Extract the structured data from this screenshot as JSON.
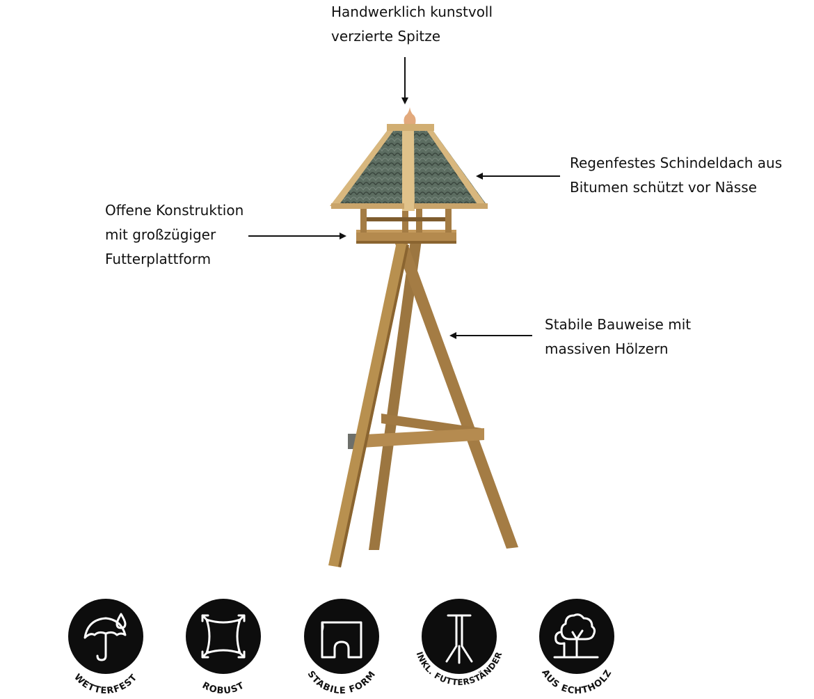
{
  "callouts": {
    "spire": {
      "line1": "Handwerklich kunstvoll",
      "line2": "verzierte Spitze"
    },
    "roof": {
      "line1": "Regenfestes Schindeldach aus",
      "line2": "Bitumen schützt vor Nässe"
    },
    "open": {
      "line1": "Offene Konstruktion",
      "line2": "mit großzügiger",
      "line3": "Futterplattform"
    },
    "stable": {
      "line1": "Stabile Bauweise mit",
      "line2": "massiven Hölzern"
    }
  },
  "badges": [
    {
      "label": "WETTERFEST",
      "icon": "umbrella-rain-icon"
    },
    {
      "label": "ROBUST",
      "icon": "square-expand-icon"
    },
    {
      "label": "STABILE FORM",
      "icon": "arch-shape-icon"
    },
    {
      "label": "INKL. FUTTERSTÄNDER",
      "icon": "tripod-stand-icon"
    },
    {
      "label": "AUS ECHTHOLZ",
      "icon": "tree-icon"
    }
  ],
  "colors": {
    "text": "#111111",
    "badge": "#0d0d0d",
    "wood": "#b48a4e",
    "wood_dark": "#8a6430",
    "roof": "#56675b"
  }
}
